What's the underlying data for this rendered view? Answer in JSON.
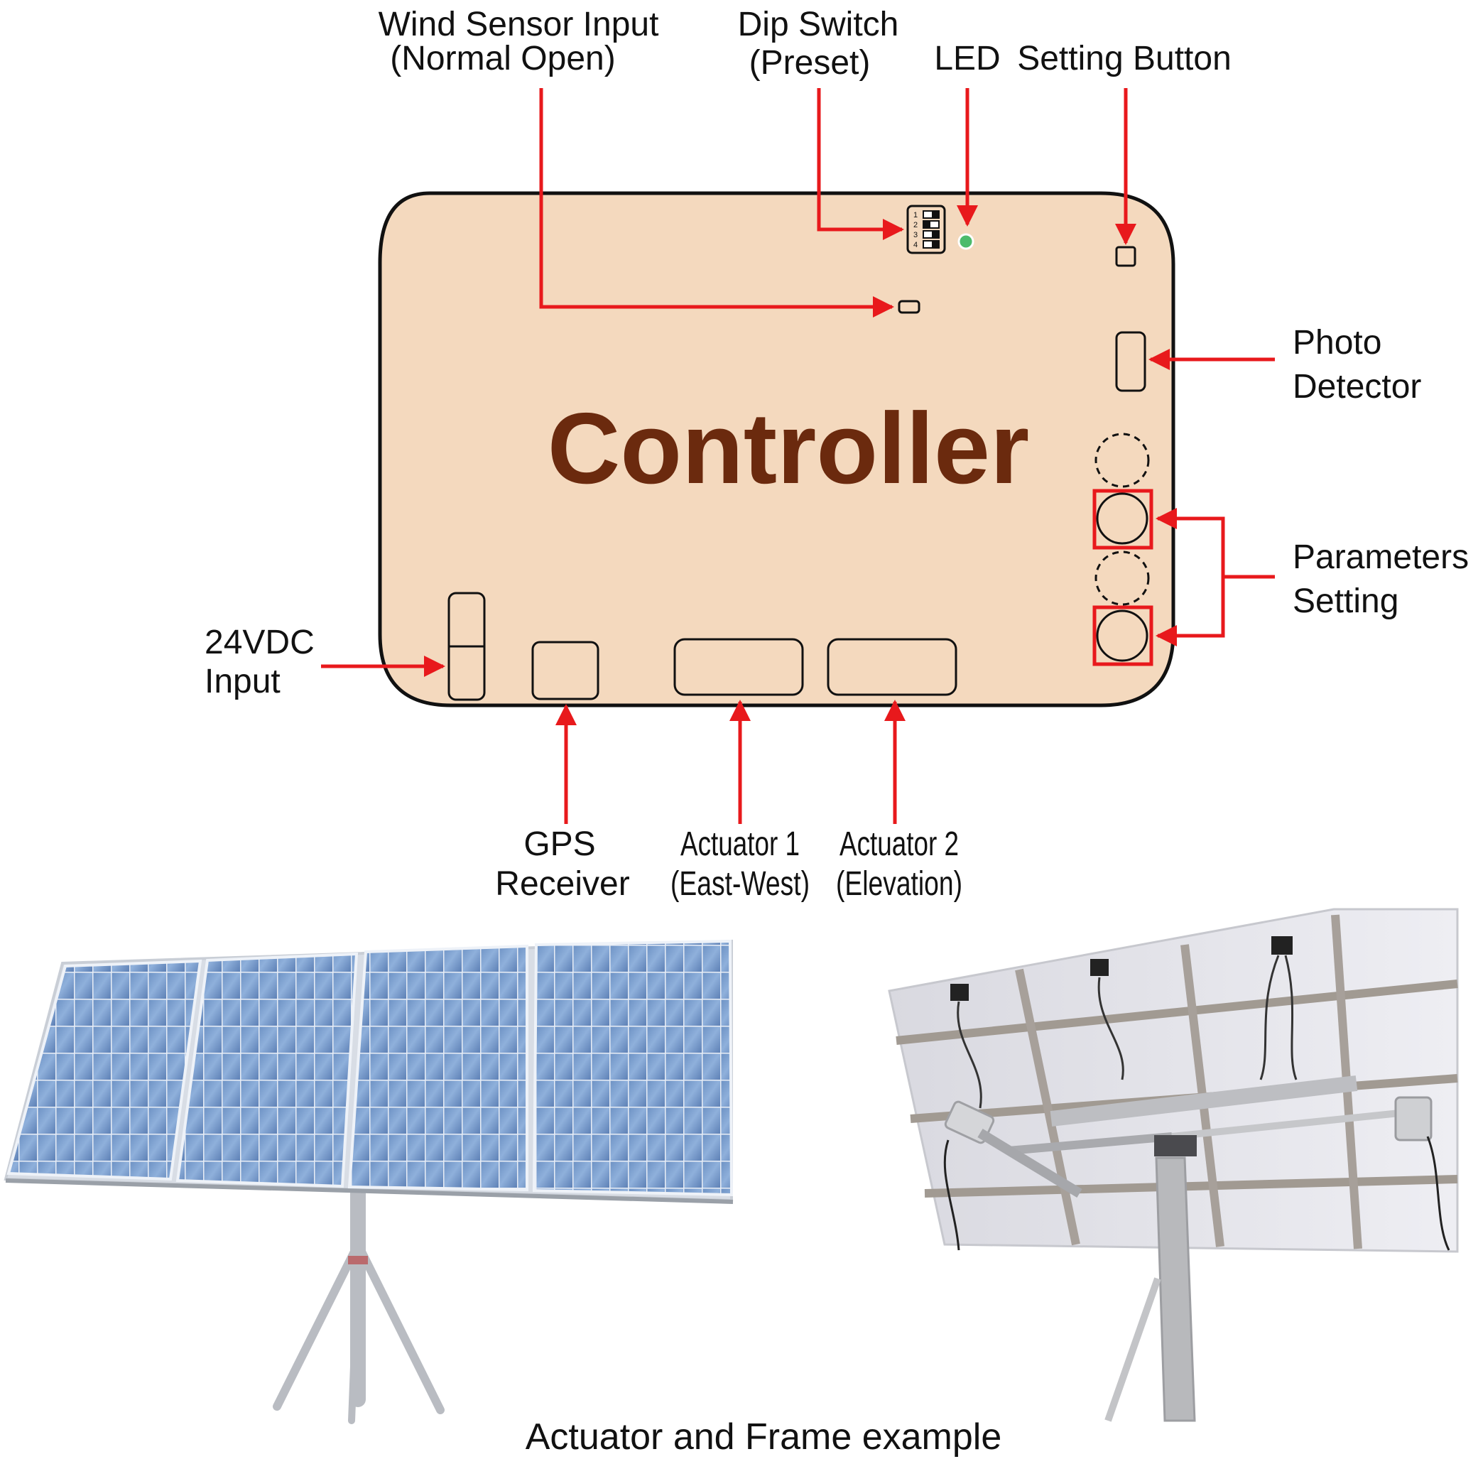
{
  "controller": {
    "title": "Controller",
    "body_fill": "#f4d9be",
    "title_color": "#6b2a0e",
    "led_color": "#4cbb6b",
    "dip_switch_digits": [
      "1",
      "2",
      "3",
      "4"
    ]
  },
  "arrow_color": "#e8191c",
  "labels": {
    "wind_sensor": {
      "line1": "Wind Sensor Input",
      "line2": "(Normal Open)"
    },
    "dip_switch": {
      "line1": "Dip Switch",
      "line2": "(Preset)"
    },
    "led": "LED",
    "setting_button": "Setting Button",
    "photo_detector": {
      "line1": "Photo",
      "line2": "Detector"
    },
    "parameters_setting": {
      "line1": "Parameters",
      "line2": "Setting"
    },
    "input_24vdc": {
      "line1": "24VDC",
      "line2": "Input"
    },
    "gps_receiver": {
      "line1": "GPS",
      "line2": "Receiver"
    },
    "actuator_1": {
      "line1": "Actuator 1",
      "line2": "(East-West)"
    },
    "actuator_2": {
      "line1": "Actuator 2",
      "line2": "(Elevation)"
    }
  },
  "caption": "Actuator and Frame example",
  "photos": {
    "panel_front_icon": "solar-panel-front-icon",
    "panel_back_icon": "solar-panel-back-icon"
  }
}
